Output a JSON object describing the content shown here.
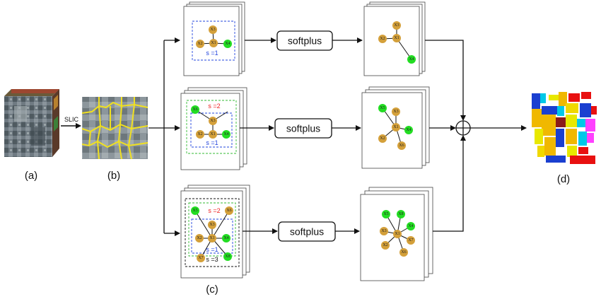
{
  "labels": {
    "a": "(a)",
    "b": "(b)",
    "c": "(c)",
    "d": "(d)",
    "slic": "SLIC"
  },
  "branches": [
    {
      "op": "softplus",
      "scales": [
        "s =1"
      ],
      "input_nodes": [
        "X1",
        "X2",
        "X3",
        "X4"
      ],
      "output_nodes": [
        "X1",
        "X2",
        "X3",
        "X4"
      ]
    },
    {
      "op": "softplus",
      "scales": [
        "s =2",
        "s =1"
      ],
      "input_nodes": [
        "X1",
        "X2",
        "X3",
        "X4",
        "X5",
        "X6"
      ],
      "output_nodes": [
        "X1",
        "X2",
        "X3",
        "X4",
        "X5",
        "X6"
      ]
    },
    {
      "op": "softplus",
      "scales": [
        "s =2",
        "s =1",
        "s =3"
      ],
      "input_nodes": [
        "X1",
        "X2",
        "X3",
        "X4",
        "X5",
        "X6",
        "X7",
        "X8"
      ],
      "output_nodes": [
        "X1",
        "X2",
        "X3",
        "X4",
        "X5",
        "X6",
        "X7",
        "X8"
      ]
    }
  ],
  "colors": {
    "node_orange": "#d4a03a",
    "node_green": "#22dd22",
    "scale1_blue": "#2244dd",
    "scale2_red": "#ee2222",
    "dash_green": "#33bb33",
    "superpixel_yellow": "#f0e020"
  }
}
